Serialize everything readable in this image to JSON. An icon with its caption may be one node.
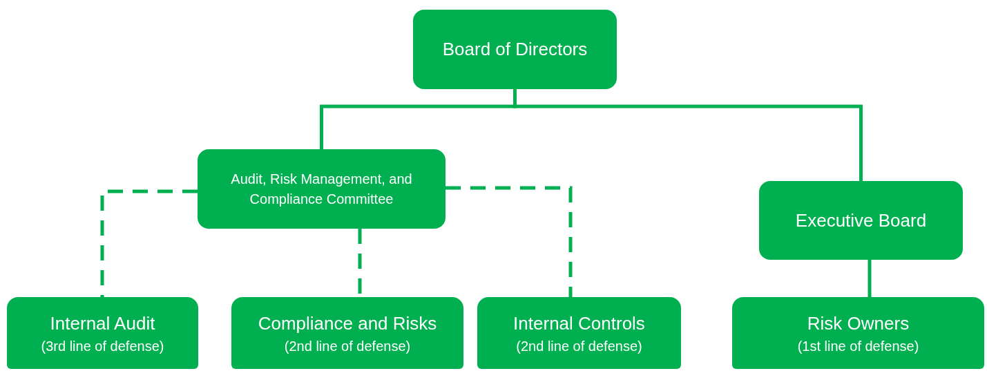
{
  "diagram": {
    "nodes": [
      {
        "text": [
          "Board of Directors"
        ]
      },
      {
        "text": [
          "Audit, Risk Management, and Compliance Committee"
        ]
      },
      {
        "text": [
          "Executive Board"
        ]
      },
      {
        "text": [
          "Internal Audit",
          "(3rd line of defense)"
        ]
      },
      {
        "text": [
          "Compliance and Risks",
          "(2nd line of defense)"
        ]
      },
      {
        "text": [
          "Internal Controls",
          "(2nd line of defense)"
        ]
      },
      {
        "text": [
          "Risk Owners",
          "(1st line of defense)"
        ]
      }
    ],
    "edges": [
      {
        "from": 0,
        "to": 1,
        "arrow": "none"
      },
      {
        "from": 0,
        "to": 2,
        "arrow": "none"
      },
      {
        "from": 1,
        "to": 3,
        "arrow": "none",
        "style": "dashed"
      },
      {
        "from": 1,
        "to": 4,
        "arrow": "none",
        "style": "dashed"
      },
      {
        "from": 1,
        "to": 5,
        "arrow": "none",
        "style": "dashed"
      },
      {
        "from": 2,
        "to": 6,
        "arrow": "none"
      }
    ]
  }
}
